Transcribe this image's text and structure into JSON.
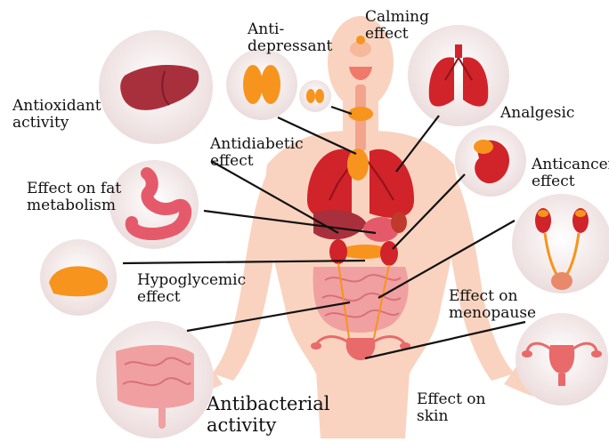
{
  "labels": {
    "antidepressant": "Anti-\ndepressant",
    "calming": "Calming\neffect",
    "antioxidant": "Antioxidant\nactivity",
    "analgesic": "Analgesic",
    "antidiabetic": "Antidiabetic\neffect",
    "anticancer": "Anticancer\neffect",
    "fat_metabolism": "Effect on fat\nmetabolism",
    "hypoglycemic": "Hypoglycemic\neffect",
    "menopause": "Effect on\nmenopause",
    "antibacterial": "Antibacterial\nactivity",
    "skin": "Effect on\nskin"
  },
  "icons": {
    "liver": "liver-icon",
    "thyroid": "thyroid-icon",
    "lungs": "lungs-icon",
    "kidney": "kidney-icon",
    "stomach": "stomach-icon",
    "pancreas": "pancreas-icon",
    "urinary": "urinary-system-icon",
    "intestine": "intestine-icon",
    "uterus": "uterus-icon"
  },
  "colors": {
    "skin": "#f9d3bf",
    "circle": "#f1e6e6",
    "organ_red": "#d1232a",
    "intestine_pink": "#f0a0a0",
    "gland_orange": "#f7941d",
    "liver_brown": "#a8303c",
    "leader_line": "#111111"
  }
}
